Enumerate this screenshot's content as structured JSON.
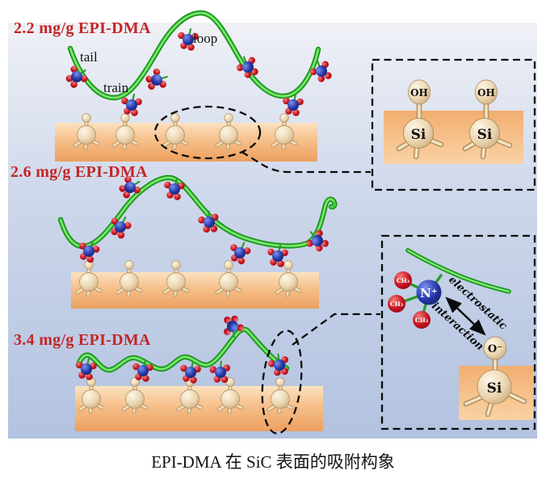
{
  "figure": {
    "sections": [
      {
        "title": "2.2 mg/g EPI-DMA",
        "label_tail": "tail",
        "label_train": "train",
        "label_loop": "loop"
      },
      {
        "title": "2.6 mg/g EPI-DMA"
      },
      {
        "title": "3.4 mg/g EPI-DMA"
      }
    ],
    "inset_silanol": {
      "oh_label": "OH",
      "si_label": "Si"
    },
    "inset_electrostatic": {
      "n_label": "N⁺",
      "ch3_label": "CH₃",
      "o_label": "O⁻",
      "si_label": "Si",
      "arrow_label_line1": "electrostatic",
      "arrow_label_line2": "interaction"
    },
    "caption": "EPI-DMA 在 SiC 表面的吸附构象",
    "colors": {
      "title_red": "#c42526",
      "chain_green": "#2eb82e",
      "surface_orange": "#f2a968",
      "nitrogen_blue": "#24308f",
      "methyl_red": "#c81622",
      "silicon_beige": "#ecd8b4",
      "background_blue": "#bcc9e4"
    }
  }
}
